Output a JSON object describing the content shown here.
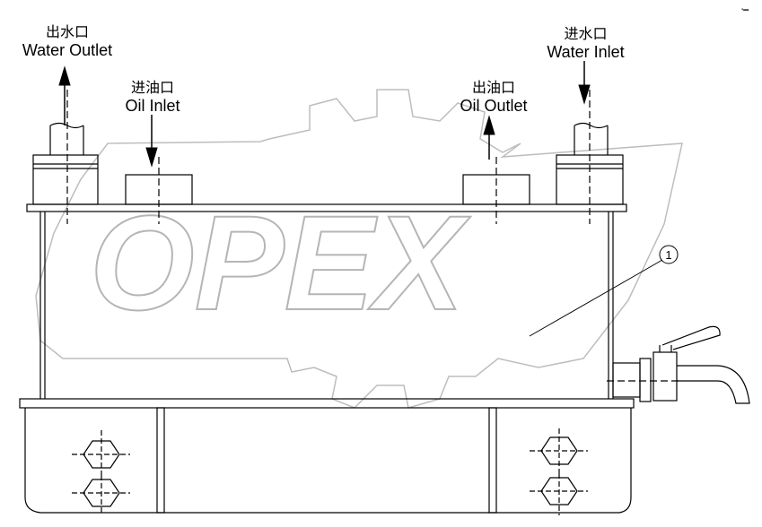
{
  "labels": {
    "water_outlet": {
      "zh": "出水口",
      "en": "Water Outlet"
    },
    "water_inlet": {
      "zh": "进水口",
      "en": "Water Inlet"
    },
    "oil_inlet": {
      "zh": "进油口",
      "en": "Oil Inlet"
    },
    "oil_outlet": {
      "zh": "出油口",
      "en": "Oil Outlet"
    }
  },
  "callout": {
    "number": "1"
  },
  "watermark": {
    "text": "OPEX"
  },
  "colors": {
    "line": "#000000",
    "watermark": "#c8c8c8",
    "background": "#ffffff"
  }
}
